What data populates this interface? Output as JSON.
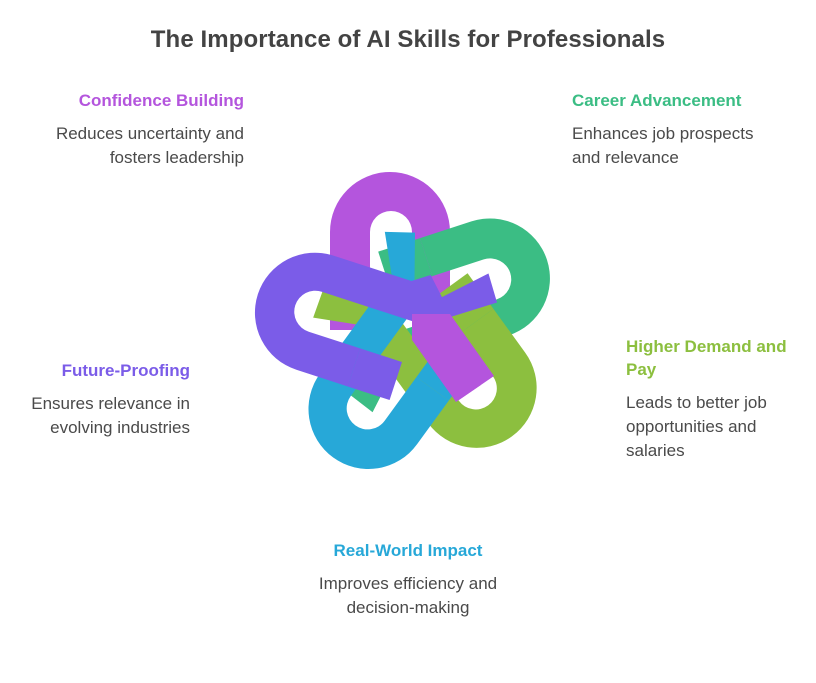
{
  "title": "The Importance of AI Skills for Professionals",
  "colors": {
    "text_heading": "#434343",
    "text_body": "#4a4a4a",
    "background": "#ffffff",
    "confidence_purple": "#b455dd",
    "career_green": "#3bbd84",
    "higher_demand_lime": "#8cbf3f",
    "real_world_blue": "#27a8d8",
    "future_proofing_violet": "#7b5ce8"
  },
  "graphic": {
    "name": "interlocking-five-loop-knot",
    "loop_count": 5,
    "loops": [
      {
        "id": "confidence",
        "color": "#b455dd",
        "angle_deg": 0
      },
      {
        "id": "career",
        "color": "#3bbd84",
        "angle_deg": 72
      },
      {
        "id": "higher-demand",
        "color": "#8cbf3f",
        "angle_deg": 144
      },
      {
        "id": "real-world",
        "color": "#27a8d8",
        "angle_deg": 216
      },
      {
        "id": "future-proofing",
        "color": "#7b5ce8",
        "angle_deg": 288
      }
    ]
  },
  "callouts": {
    "confidence": {
      "title": "Confidence Building",
      "desc": "Reduces uncertainty and fosters leadership",
      "color": "#b455dd"
    },
    "career": {
      "title": "Career Advancement",
      "desc": "Enhances job prospects and relevance",
      "color": "#3bbd84"
    },
    "higher_demand": {
      "title": "Higher Demand and Pay",
      "desc": "Leads to better job opportunities and salaries",
      "color": "#8cbf3f"
    },
    "real_world": {
      "title": "Real-World Impact",
      "desc": "Improves efficiency and decision-making",
      "color": "#27a8d8"
    },
    "future_proofing": {
      "title": "Future-Proofing",
      "desc": "Ensures relevance in evolving industries",
      "color": "#7b5ce8"
    }
  }
}
